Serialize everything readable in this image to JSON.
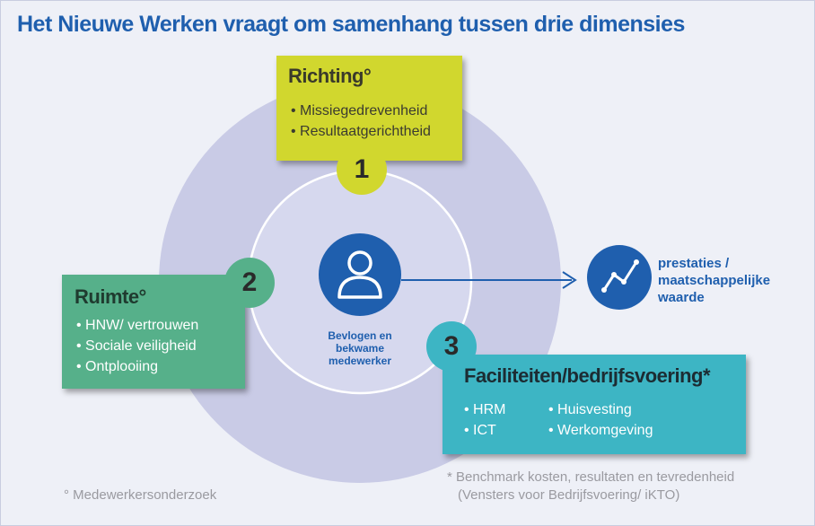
{
  "title": "Het Nieuwe Werken vraagt om samenhang tussen drie dimensies",
  "colors": {
    "richting": "#d1d72e",
    "ruimte": "#56b08a",
    "faciliteiten": "#3db5c4",
    "outer_ring": "#c9cbe6",
    "inner_ring": "#d6d8ee",
    "accent_blue": "#1f5fae",
    "background": "#eef0f7"
  },
  "dimensions": {
    "richting": {
      "number": "1",
      "heading": "Richting°",
      "items": [
        "Missiegedrevenheid",
        "Resultaatgerichtheid"
      ]
    },
    "ruimte": {
      "number": "2",
      "heading": "Ruimte°",
      "items": [
        "HNW/ vertrouwen",
        "Sociale veiligheid",
        "Ontplooiing"
      ]
    },
    "faciliteiten": {
      "number": "3",
      "heading": "Faciliteiten/bedrijfsvoering*",
      "items_col1": [
        "HRM",
        "ICT"
      ],
      "items_col2": [
        "Huisvesting",
        "Werkomgeving"
      ]
    }
  },
  "center": {
    "icon": "person-icon",
    "label": [
      "Bevlogen en",
      "bekwame",
      "medewerker"
    ]
  },
  "result": {
    "icon": "trend-line-icon",
    "label": [
      "prestaties /",
      "maatschappelijke",
      "waarde"
    ]
  },
  "footnotes": {
    "degree": "° Medewerkersonderzoek",
    "asterisk_line1": "* Benchmark kosten, resultaten en tevredenheid",
    "asterisk_line2": "(Vensters voor Bedrijfsvoering/ iKTO)"
  }
}
